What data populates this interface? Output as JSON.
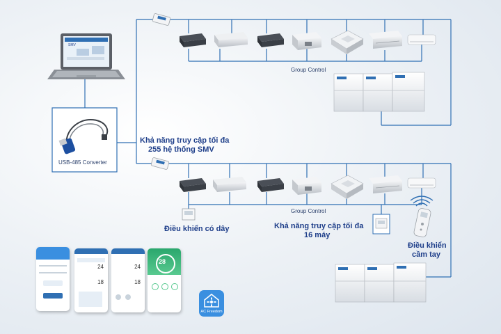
{
  "labels": {
    "converter": "USB-485 Converter",
    "group_control_top": "Group Control",
    "group_control_bottom": "Group Control",
    "access_255_line1": "Khả năng truy cập tối đa",
    "access_255_line2": "255 hệ thống SMV",
    "wired_control": "Điều khiển có dây",
    "access_16_line1": "Khả năng truy cập tối đa",
    "access_16_line2": "16 máy",
    "remote_line1": "Điều khiển",
    "remote_line2": "cầm tay",
    "app_name": "AC Freedom"
  },
  "laptop_screen_text": "SMV",
  "phone_screens": {
    "p2_values": [
      "24",
      "18"
    ],
    "p3_values": [
      "24",
      "18"
    ],
    "p4_value": "28"
  },
  "colors": {
    "line": "#2f6fb3",
    "label": "#1f3f8a",
    "app_icon": "#3a8fe0"
  }
}
